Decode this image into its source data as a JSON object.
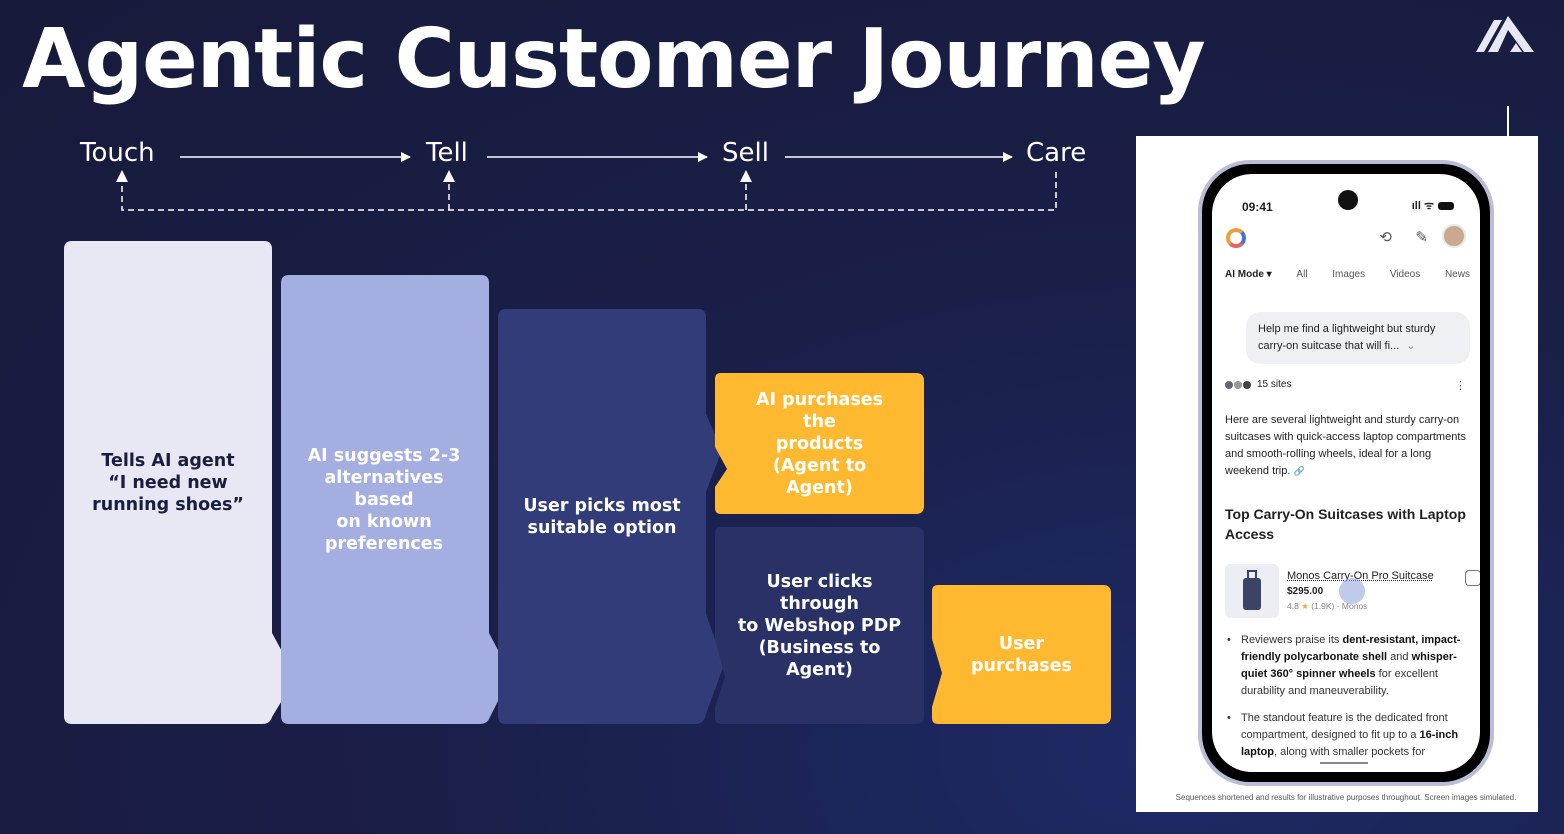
{
  "title": "Agentic Customer Journey",
  "colors": {
    "background": "#1a1f48",
    "box1": "#e8e8f4",
    "box2": "#a4aee1",
    "box3": "#323c78",
    "box4": "#2a3166",
    "accent_yellow": "#ffb930"
  },
  "stages": [
    "Touch",
    "Tell",
    "Sell",
    "Care"
  ],
  "steps": [
    {
      "text": "Tells AI agent\n“I need new\nrunning shoes”"
    },
    {
      "text": "AI suggests 2-3\nalternatives based\non known\npreferences"
    },
    {
      "text": "User picks most\nsuitable option"
    },
    {
      "text": "AI purchases the\nproducts\n(Agent to Agent)"
    },
    {
      "text": "User clicks through\nto Webshop PDP\n(Business to Agent)"
    },
    {
      "text": "User purchases"
    }
  ],
  "phone": {
    "time": "09:41",
    "signal_icons": "ıll ᯤ",
    "tabs": [
      "AI Mode ▾",
      "All",
      "Images",
      "Videos",
      "News"
    ],
    "query": "Help me find a lightweight but sturdy carry-on suitcase that will fi...",
    "query_chevron": "⌄",
    "sources": "15 sites",
    "intro": "Here are several lightweight and sturdy carry-on suitcases with quick-access laptop compartments and smooth-rolling wheels, ideal for a long weekend trip.",
    "heading": "Top Carry-On Suitcases with Laptop Access",
    "product": {
      "name": "Monos Carry-On Pro Suitcase",
      "price": "$295.00",
      "rating": "4.8",
      "reviews": "(1.9K)",
      "seller": "Monos"
    },
    "bullets": [
      {
        "pre": "Reviewers praise its ",
        "b1": "dent-resistant, impact-friendly polycarbonate shell",
        "mid": " and ",
        "b2": "whisper-quiet 360° spinner wheels",
        "post": " for excellent durability and maneuverability."
      },
      {
        "pre": "The standout feature is the dedicated front compartment, designed to fit up to a ",
        "b1": "16-inch laptop",
        "mid": ", along with smaller pockets for",
        "b2": "",
        "post": ""
      }
    ]
  },
  "disclaimer": "Sequences shortened and results for illustrative purposes throughout. Screen images simulated."
}
